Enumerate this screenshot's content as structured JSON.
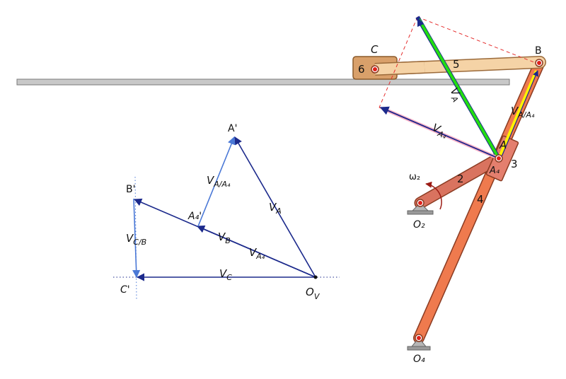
{
  "mechanism": {
    "links": {
      "link_2": "2",
      "link_3": "3",
      "link_4": "4",
      "link_5": "5",
      "link_6": "6"
    },
    "points": {
      "A": "A",
      "A4": "A₄",
      "B": "B",
      "C": "C",
      "O2": "O₂",
      "O4": "O₄"
    },
    "omega": "ω₂",
    "vectors": {
      "vA": {
        "base": "V",
        "sub": "A"
      },
      "vA4": {
        "base": "V",
        "sub": "A₄"
      },
      "vAA4": {
        "base": "V",
        "sub": "A/A₄"
      }
    }
  },
  "polygon": {
    "points": {
      "Ov": {
        "base": "O",
        "sub": "V"
      },
      "A_prime": "A'",
      "A4_prime": "A₄'",
      "B_prime": "B'",
      "C_prime": "C'"
    },
    "vectors": {
      "vA": {
        "base": "V",
        "sub": "A"
      },
      "vAA4": {
        "base": "V",
        "sub": "A/A₄"
      },
      "vB": {
        "base": "V",
        "sub": "B"
      },
      "vA4": {
        "base": "V",
        "sub": "A₄"
      },
      "vCB": {
        "base": "V",
        "sub": "C/B"
      },
      "vC": {
        "base": "V",
        "sub": "C"
      }
    }
  },
  "colors": {
    "slider_surface": "#c8c8c8",
    "link_2": "#d9735f",
    "link_4": "#ef7a4e",
    "link_5": "#f5d3a6",
    "slider_6": "#d9a06a",
    "block_3": "#e47f6e",
    "vector_dark": "#1c2a8c",
    "vector_light": "#4a78d6",
    "vector_green": "#22dd11",
    "construction": "#e53030",
    "joint": "#e0201a"
  }
}
